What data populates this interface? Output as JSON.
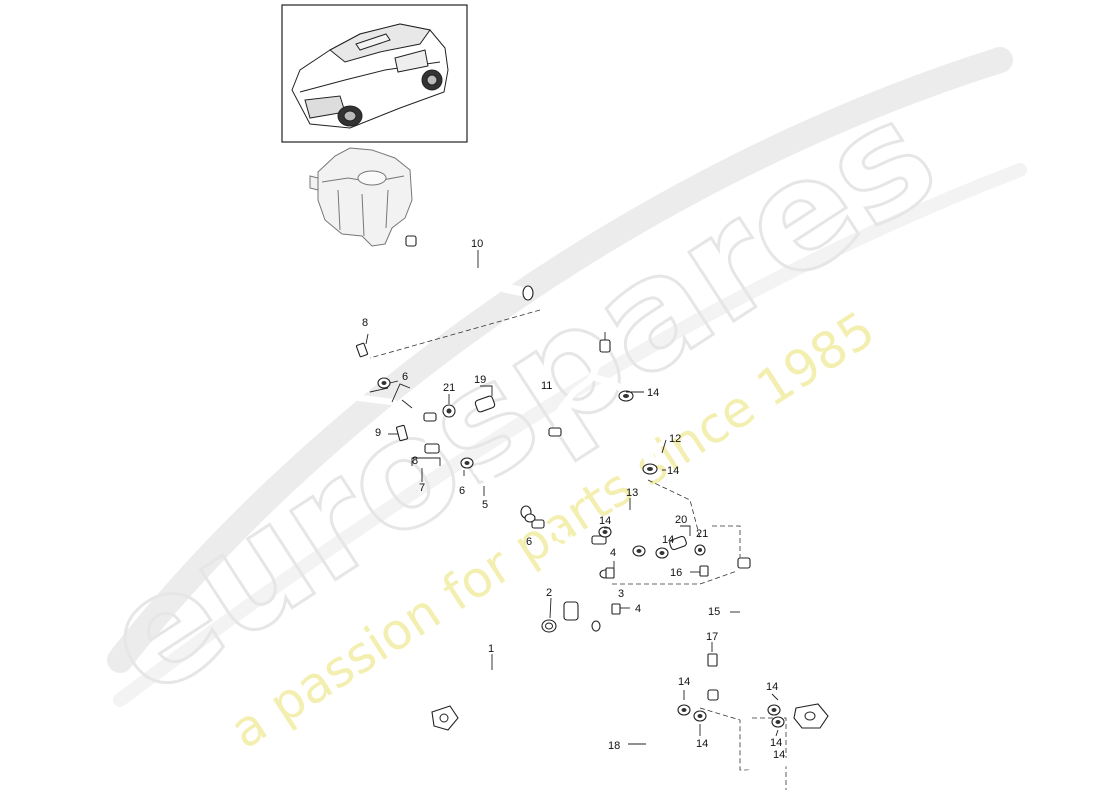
{
  "watermark": {
    "brand": "eurospares",
    "tagline": "a passion for parts since 1985",
    "brand_color": "#e6e6e6",
    "tagline_color": "#f3efb0"
  },
  "labels": {
    "c1": "1",
    "c2": "2",
    "c3": "3",
    "c4a": "4",
    "c4b": "4",
    "c5": "5",
    "c6a": "6",
    "c6b": "6",
    "c6c": "6",
    "c7": "7",
    "c8a": "8",
    "c8b": "8",
    "c9": "9",
    "c10": "10",
    "c11": "11",
    "c12": "12",
    "c13": "13",
    "c14a": "14",
    "c14b": "14",
    "c14c": "14",
    "c14d": "14",
    "c14e": "14",
    "c14f": "14",
    "c14g": "14",
    "c14h": "14",
    "c14i": "14",
    "c15": "15",
    "c16": "16",
    "c17": "17",
    "c18": "18",
    "c19": "19",
    "c20": "20",
    "c21a": "21",
    "c21b": "21"
  },
  "icons": {
    "vehicle_thumbnail": "suv-vehicle-icon",
    "reservoir": "coolant-reservoir-icon"
  }
}
